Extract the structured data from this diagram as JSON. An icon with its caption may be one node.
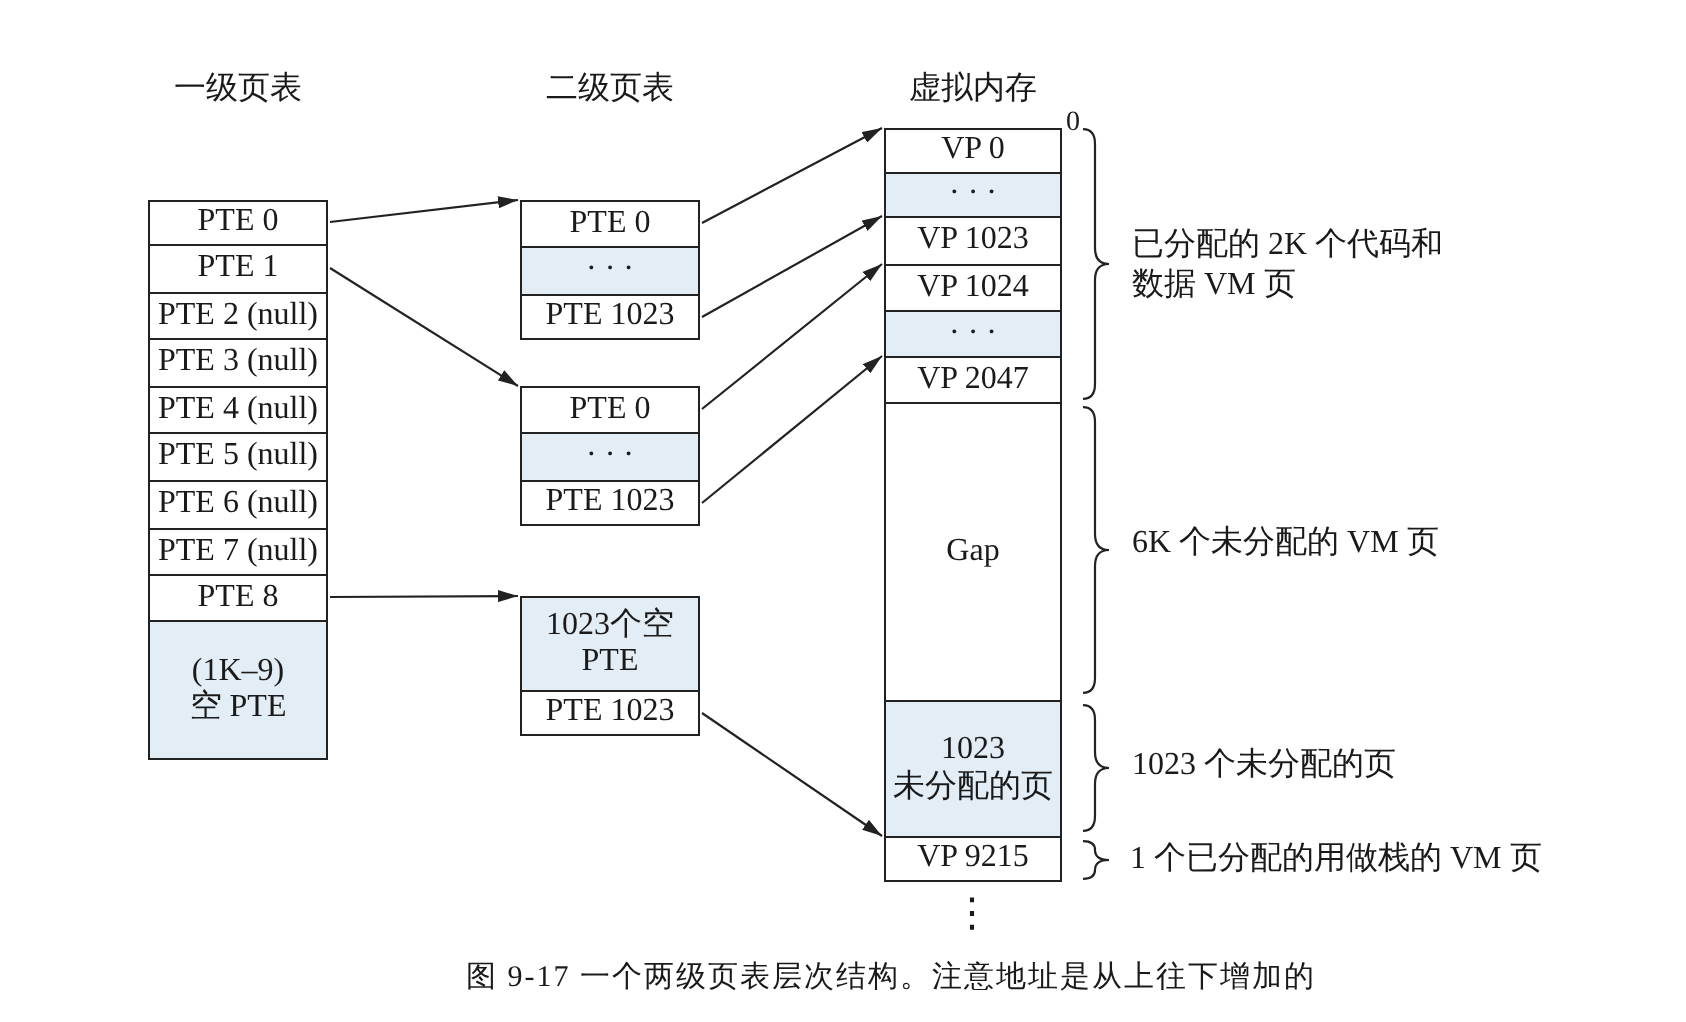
{
  "diagram": {
    "caption": "图 9-17 一个两级页表层次结构。注意地址是从上往下增加的",
    "nodes": [
      {
        "text": [
          "一级页表"
        ]
      },
      {
        "text": [
          "PTE 0"
        ],
        "in": 0
      },
      {
        "text": [
          "PTE 1"
        ],
        "in": 0
      },
      {
        "text": [
          "PTE 2 (null)"
        ],
        "in": 0
      },
      {
        "text": [
          "PTE 3 (null)"
        ],
        "in": 0
      },
      {
        "text": [
          "PTE 4 (null)"
        ],
        "in": 0
      },
      {
        "text": [
          "PTE 5 (null)"
        ],
        "in": 0
      },
      {
        "text": [
          "PTE 6 (null)"
        ],
        "in": 0
      },
      {
        "text": [
          "PTE 7 (null)"
        ],
        "in": 0
      },
      {
        "text": [
          "PTE 8"
        ],
        "in": 0
      },
      {
        "text": [
          "(1K–9) 空 PTE"
        ],
        "in": 0
      },
      {
        "text": [],
        "shape": "box"
      },
      {
        "text": [
          "PTE 0"
        ],
        "in": 11
      },
      {
        "text": [
          "· · ·"
        ],
        "in": 11
      },
      {
        "text": [
          "PTE 1023"
        ],
        "in": 11
      },
      {
        "text": [],
        "shape": "box"
      },
      {
        "text": [
          "PTE 0"
        ],
        "in": 15
      },
      {
        "text": [
          "· · ·"
        ],
        "in": 15
      },
      {
        "text": [
          "PTE 1023"
        ],
        "in": 15
      },
      {
        "text": [],
        "shape": "box"
      },
      {
        "text": [
          "1023个空 PTE"
        ],
        "in": 19
      },
      {
        "text": [
          "PTE 1023"
        ],
        "in": 19
      },
      {
        "text": [
          "虚拟内存"
        ]
      },
      {
        "text": [
          "VP 0"
        ],
        "in": 22
      },
      {
        "text": [
          "· · ·"
        ],
        "in": 22
      },
      {
        "text": [
          "VP 1023"
        ],
        "in": 22
      },
      {
        "text": [
          "VP 1024"
        ],
        "in": 22
      },
      {
        "text": [
          "· · ·"
        ],
        "in": 22
      },
      {
        "text": [
          "VP 2047"
        ],
        "in": 22
      },
      {
        "text": [
          "Gap"
        ],
        "in": 22
      },
      {
        "text": [
          "1023 未分配的页"
        ],
        "in": 22
      },
      {
        "text": [
          "VP 9215"
        ],
        "in": 22
      }
    ],
    "edges": [
      {
        "from": 1,
        "to": 11,
        "arrow": "to"
      },
      {
        "from": 2,
        "to": 15,
        "arrow": "to"
      },
      {
        "from": 9,
        "to": 19,
        "arrow": "to"
      },
      {
        "from": 12,
        "to": 23,
        "arrow": "to"
      },
      {
        "from": 14,
        "to": 25,
        "arrow": "to"
      },
      {
        "from": 16,
        "to": 26,
        "arrow": "to"
      },
      {
        "from": 18,
        "to": 28,
        "arrow": "to"
      },
      {
        "from": 21,
        "to": 31,
        "arrow": "to"
      }
    ],
    "labels": [
      "二级页表",
      "0",
      "已分配的 2K 个代码和数据 VM 页",
      "6K 个未分配的 VM 页",
      "1023 个未分配的页",
      "1 个已分配的用做栈的 VM 页",
      "⋮"
    ]
  }
}
